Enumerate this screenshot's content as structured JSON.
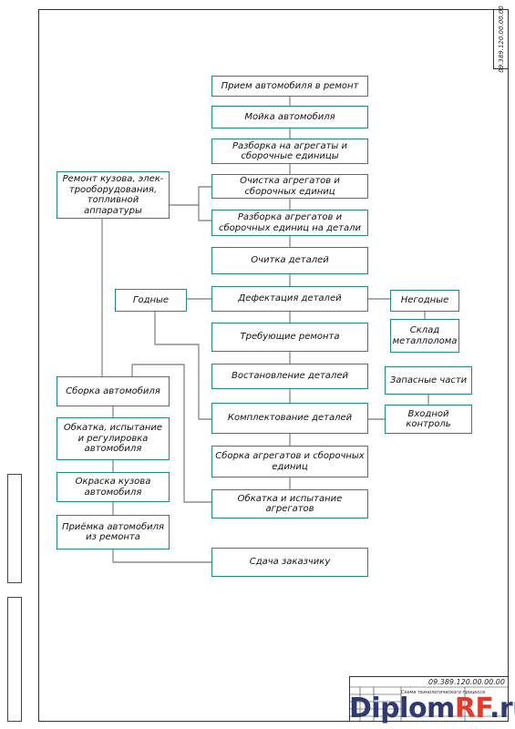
{
  "stamp": {
    "top_code": "09.389.120.00.00.00"
  },
  "title_block": {
    "code": "09.389.120.00.00.00",
    "name": "Схема технологического процесса"
  },
  "watermark": {
    "part1": "Diplom",
    "part2": "RF",
    "part3": ".ru"
  },
  "boxes": {
    "priem": "Прием автомобиля в ремонт",
    "moika": "Мойка автомобиля",
    "razborka_agr": "Разборка на агрегаты и сборочные единицы",
    "ochistka_agr": "Очистка агрегатов и сборочных единиц",
    "razborka_det": "Разборка агрегатов и сборочных единиц на детали",
    "ochistka_det": "Очитка деталей",
    "defektaciya": "Дефектация деталей",
    "godnye": "Годные",
    "negodnye": "Негодные",
    "sklad": "Склад металлолома",
    "trebuyushie": "Требующие ремонта",
    "vostanovlenie": "Востановление деталей",
    "zapasnye": "Запасные части",
    "komplektovanie": "Комплектование деталей",
    "vhodnoi": "Входной контроль",
    "sborka_agr": "Сборка агрегатов и сборочных единиц",
    "obkatka_agr": "Обкатка и испытание агрегатов",
    "remont_kuzova": "Ремонт кузова, элек-трооборудования, топливной аппаратуры",
    "sborka_avto": "Сборка автомобиля",
    "obkatka_avto": "Обкатка, испытание и регулировка автомобиля",
    "okraska": "Окраска кузова автомобиля",
    "priemka": "Приёмка автомобиля из ремонта",
    "sdacha": "Сдача заказчику"
  },
  "colors": {
    "box_border": "#1a8a83",
    "line": "#555555",
    "frame": "#333333",
    "brand_dark": "#2f3a6e",
    "brand_red": "#e23b2e"
  },
  "icons": []
}
